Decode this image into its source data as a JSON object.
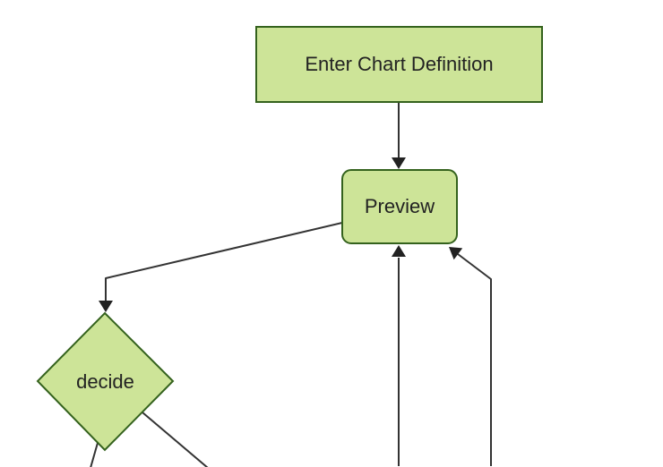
{
  "diagram": {
    "type": "flowchart",
    "direction": "top-down",
    "nodes": [
      {
        "id": "A",
        "label": "Enter Chart Definition",
        "shape": "rectangle"
      },
      {
        "id": "B",
        "label": "Preview",
        "shape": "rounded-rectangle"
      },
      {
        "id": "C",
        "label": "decide",
        "shape": "diamond"
      }
    ],
    "edges": [
      {
        "from": "Enter Chart Definition",
        "to": "Preview",
        "arrowhead": "into Preview top"
      },
      {
        "from": "Preview",
        "to": "decide",
        "arrowhead": "into decide top",
        "bend": "left then down"
      },
      {
        "from": "offscreen-bottom",
        "to": "Preview",
        "arrowhead": "into Preview bottom center"
      },
      {
        "from": "offscreen-bottom",
        "to": "Preview",
        "arrowhead": "into Preview bottom-right corner",
        "bend": "up then diagonal"
      },
      {
        "from": "decide",
        "to": "offscreen-bottom-left",
        "arrowhead": "none visible"
      },
      {
        "from": "decide",
        "to": "offscreen-bottom-right",
        "arrowhead": "none visible"
      }
    ]
  },
  "colors": {
    "background": "#ffffff",
    "node_fill": "#cde498",
    "node_border": "#34621d",
    "edge": "#333333",
    "arrowhead": "#222222",
    "text": "#222222"
  }
}
